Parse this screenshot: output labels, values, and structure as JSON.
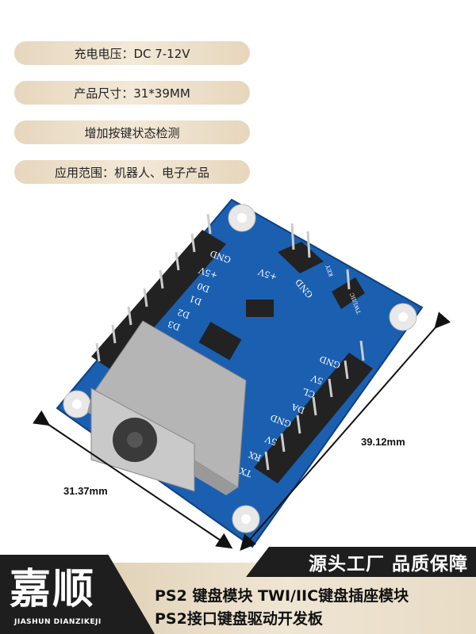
{
  "specs": [
    "充电电压：DC 7-12V",
    "产品尺寸：31*39MM",
    "增加按键状态检测",
    "应用范围：机器人、电子产品"
  ],
  "board": {
    "labels_left": [
      "GND",
      "+5V",
      "D0",
      "D1",
      "D2",
      "D3"
    ],
    "labels_top": [
      "+5V",
      "GND",
      "KEY",
      "TWI/IIC"
    ],
    "labels_right": [
      "GND",
      "5V",
      "CL",
      "DA",
      "GND",
      "5V",
      "RX",
      "TX"
    ],
    "pcb_color": "#1b5fb0"
  },
  "dimensions": {
    "width": "31.37mm",
    "height": "39.12mm"
  },
  "footer": {
    "slogan": "源头工厂 品质保障",
    "brand": "嘉顺",
    "brand_sub": "JIASHUN DIANZIKEJI",
    "title_line1": "PS2 键盘模块 TWI/IIC键盘插座模块",
    "title_line2": "PS2接口键盘驱动开发板"
  }
}
